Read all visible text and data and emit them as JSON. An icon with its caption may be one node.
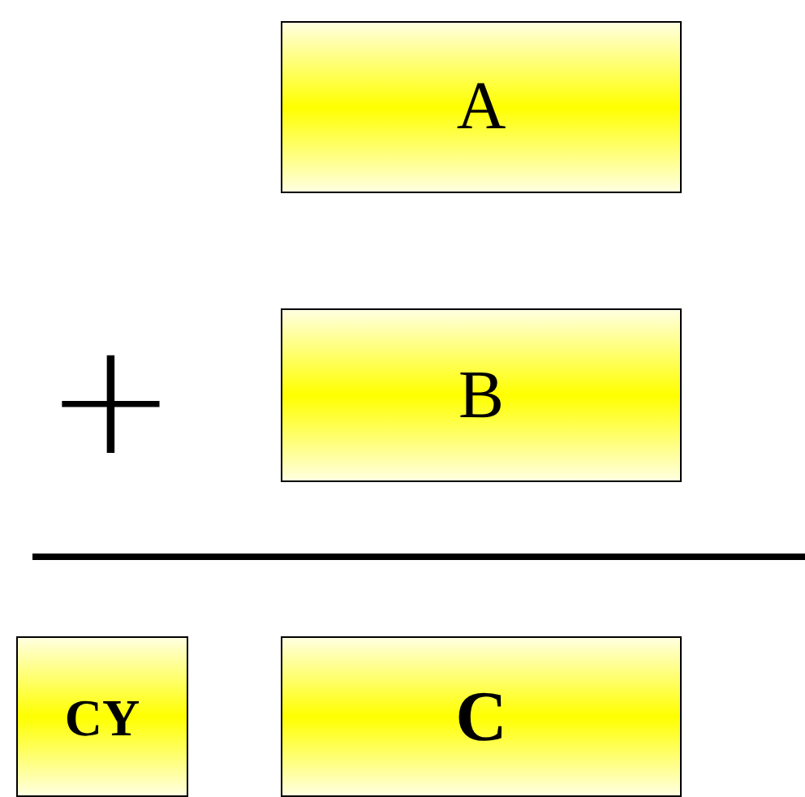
{
  "diagram": {
    "nodes": [
      {
        "text": [
          "A"
        ]
      },
      {
        "text": [
          "B"
        ]
      },
      {
        "text": [
          "CY"
        ]
      },
      {
        "text": [
          "C"
        ]
      }
    ],
    "labels": [
      "+"
    ]
  }
}
